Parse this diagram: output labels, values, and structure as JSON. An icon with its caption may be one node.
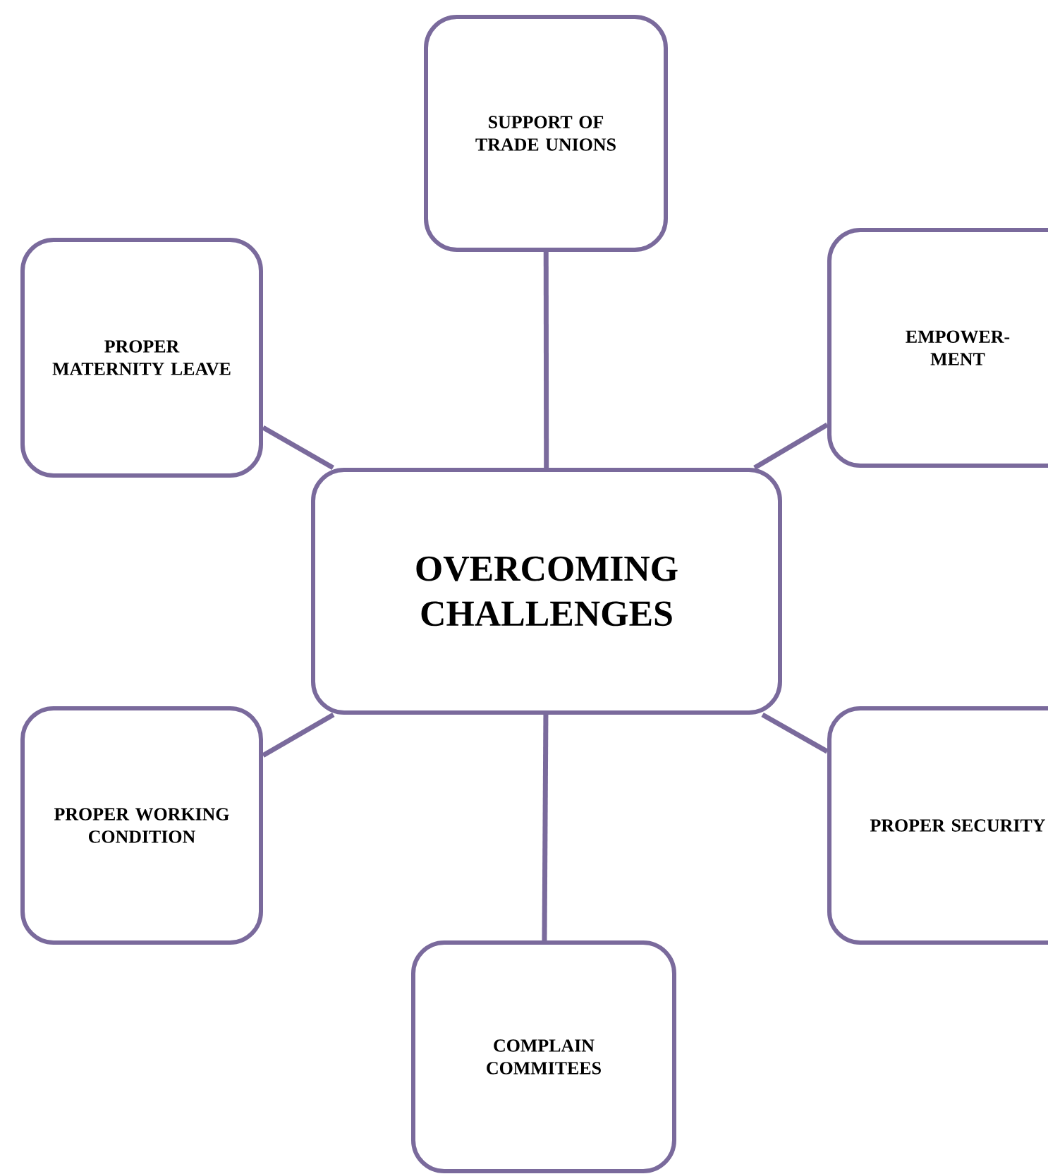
{
  "diagram": {
    "nodes": [
      {
        "text": [
          "SUPPORT OF TRADE UNIONS"
        ]
      },
      {
        "text": [
          "PROPER MATERNITY LEAVE"
        ]
      },
      {
        "text": [
          "EMPOWER- MENT"
        ]
      },
      {
        "text": [
          "OVERCOMING CHALLENGES"
        ]
      },
      {
        "text": [
          "PROPER WORKING CONDITION"
        ]
      },
      {
        "text": [
          "PROPER SECURITY"
        ]
      },
      {
        "text": [
          "COMPLAIN COMMITEES"
        ]
      }
    ],
    "edges": [
      {
        "from": 3,
        "to": 0,
        "arrow": "none"
      },
      {
        "from": 3,
        "to": 1,
        "arrow": "none"
      },
      {
        "from": 3,
        "to": 2,
        "arrow": "none"
      },
      {
        "from": 3,
        "to": 4,
        "arrow": "none"
      },
      {
        "from": 3,
        "to": 5,
        "arrow": "none"
      },
      {
        "from": 3,
        "to": 6,
        "arrow": "none"
      }
    ]
  }
}
